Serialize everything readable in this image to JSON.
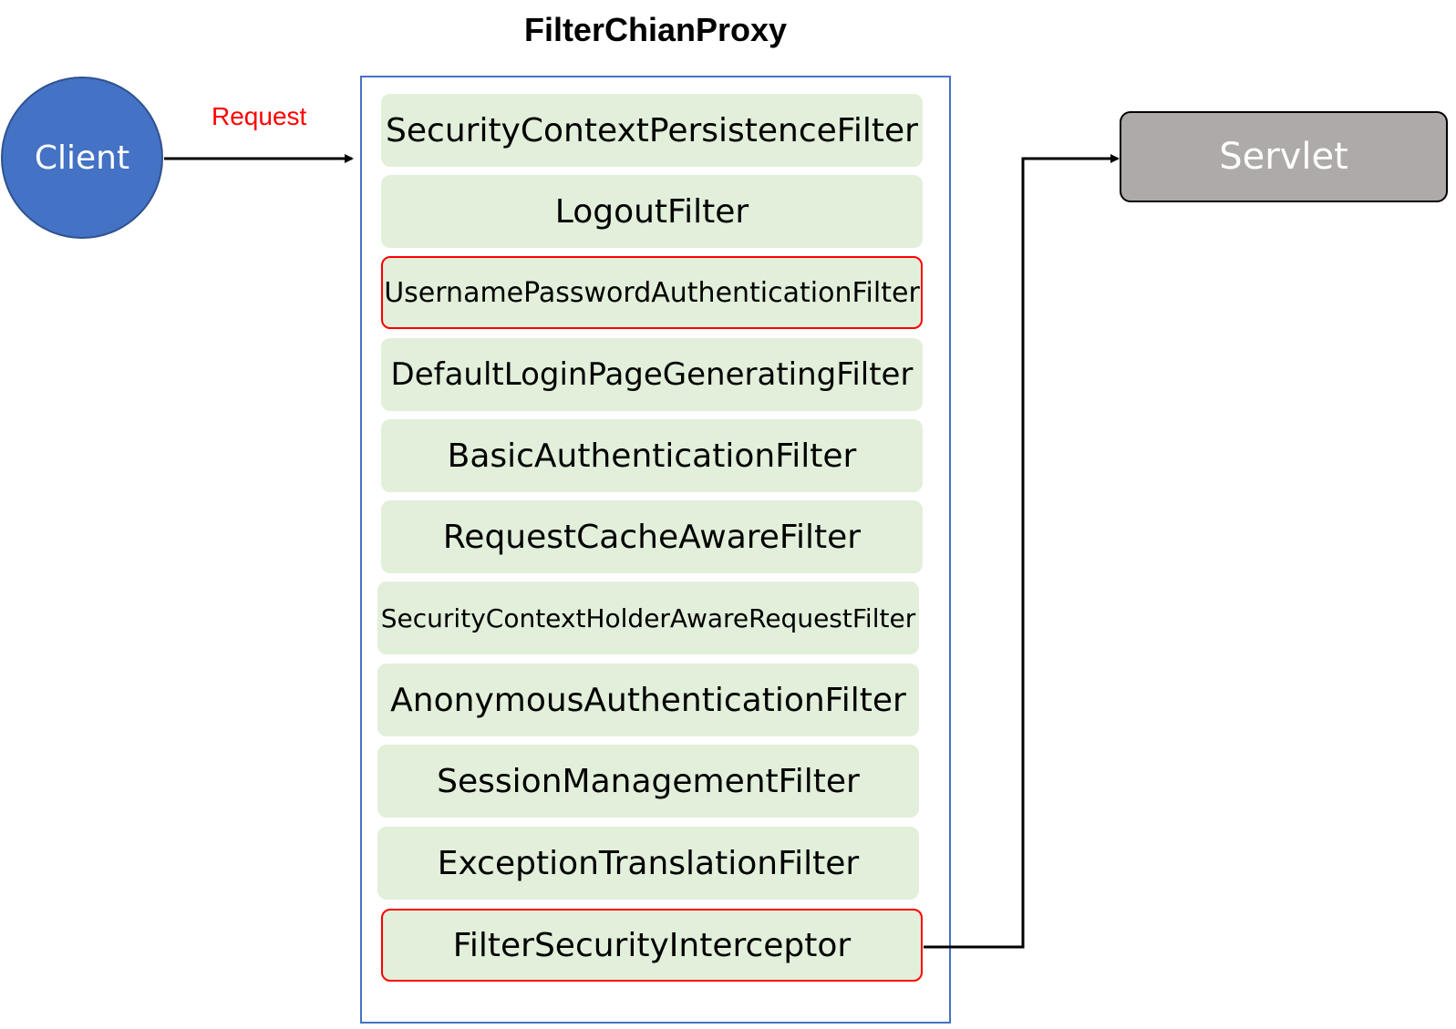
{
  "title": "FilterChianProxy",
  "client": {
    "label": "Client"
  },
  "request": {
    "label": "Request"
  },
  "servlet": {
    "label": "Servlet"
  },
  "filters": [
    {
      "label": "SecurityContextPersistenceFilter",
      "highlighted": false
    },
    {
      "label": "LogoutFilter",
      "highlighted": false
    },
    {
      "label": "UsernamePasswordAuthenticationFilter",
      "highlighted": true
    },
    {
      "label": "DefaultLoginPageGeneratingFilter",
      "highlighted": false
    },
    {
      "label": "BasicAuthenticationFilter",
      "highlighted": false
    },
    {
      "label": "RequestCacheAwareFilter",
      "highlighted": false
    },
    {
      "label": "SecurityContextHolderAwareRequestFilter",
      "highlighted": false
    },
    {
      "label": "AnonymousAuthenticationFilter",
      "highlighted": false
    },
    {
      "label": "SessionManagementFilter",
      "highlighted": false
    },
    {
      "label": "ExceptionTranslationFilter",
      "highlighted": false
    },
    {
      "label": "FilterSecurityInterceptor",
      "highlighted": true
    }
  ],
  "colors": {
    "client_fill": "#4472c4",
    "filter_fill": "#e2efda",
    "highlight_border": "#ff0000",
    "servlet_fill": "#aeaaaa",
    "request_text": "#ff0000"
  }
}
